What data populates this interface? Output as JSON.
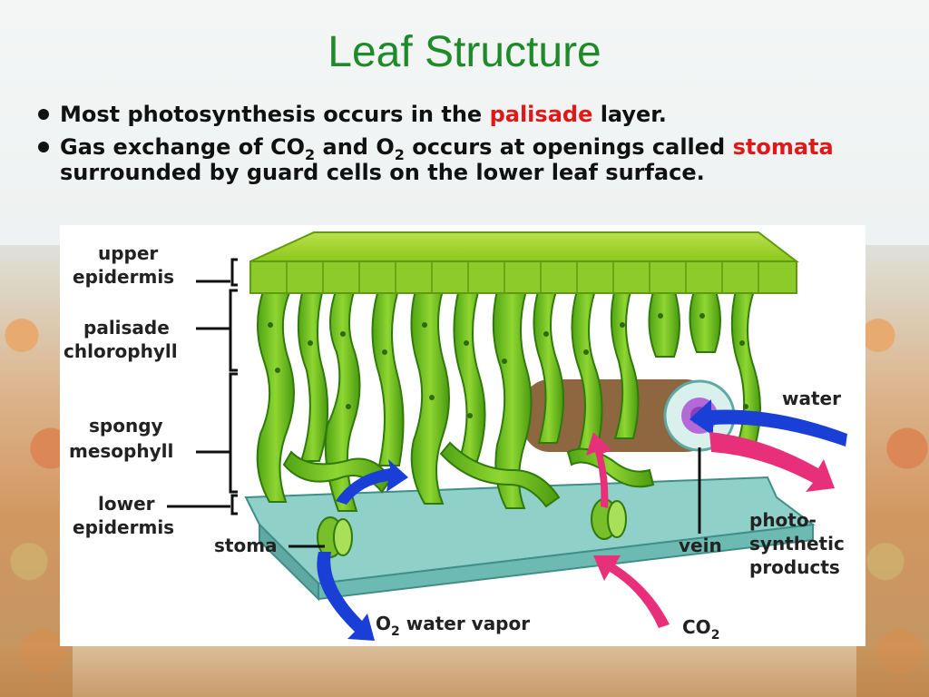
{
  "slide": {
    "title": "Leaf Structure",
    "bullet1": {
      "pre": "Most photosynthesis occurs in the ",
      "highlight": "palisade",
      "post": " layer."
    },
    "bullet2": {
      "t1": "Gas exchange of CO",
      "sub1": "2",
      "t2": " and O",
      "sub2": "2",
      "t3": " occurs at openings called ",
      "highlight": "stomata",
      "t4": " surrounded by guard cells on the lower leaf surface."
    }
  },
  "diagram": {
    "labels": {
      "upper_epidermis_1": "upper",
      "upper_epidermis_2": "epidermis",
      "palisade_1": "palisade",
      "palisade_2": "chlorophyll",
      "spongy_1": "spongy",
      "spongy_2": "mesophyll",
      "lower_1": "lower",
      "lower_2": "epidermis",
      "stoma": "stoma",
      "water": "water",
      "vein": "vein",
      "photo_1": "photo-",
      "photo_2": "synthetic",
      "photo_3": "products",
      "o2_main": "O",
      "o2_sub": "2",
      "water_vapor": " water vapor",
      "co2_main": "CO",
      "co2_sub": "2"
    },
    "colors": {
      "title_green": "#1e8a2a",
      "highlight_red": "#e01818",
      "leaf_green": "#6cc41c",
      "epidermis_blue": "#7fc6c2",
      "arrow_blue": "#1a3fd6",
      "arrow_pink": "#e8307a",
      "vein_purple": "#a855c8"
    }
  }
}
